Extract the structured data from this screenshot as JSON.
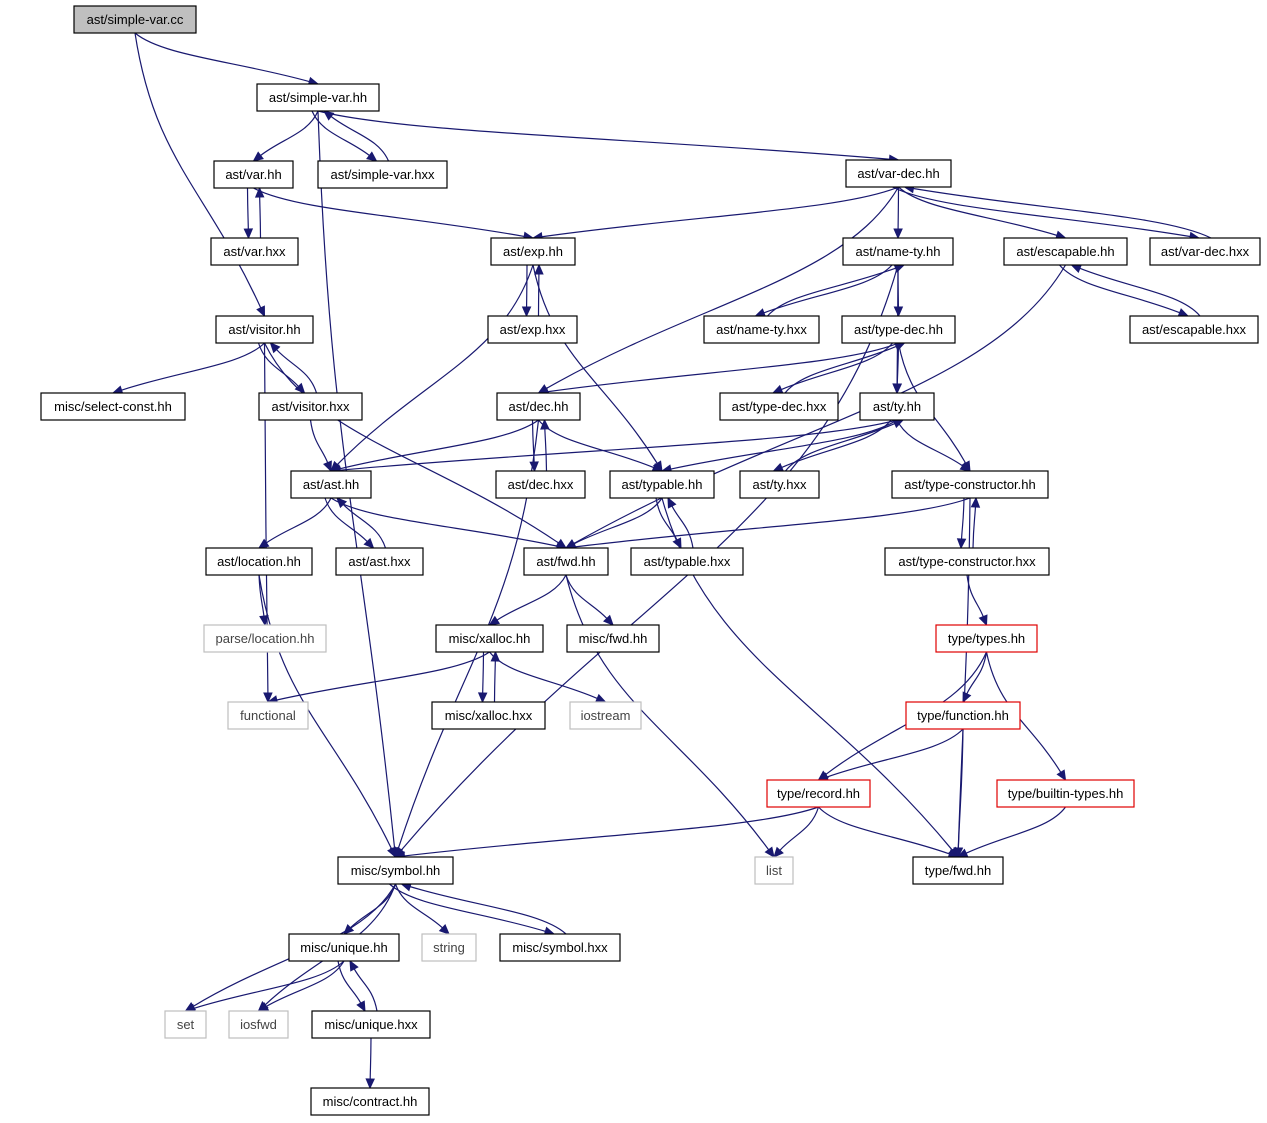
{
  "graph": {
    "nodes": [
      {
        "id": "simple_var_cc",
        "label": "ast/simple-var.cc",
        "style": "root"
      },
      {
        "id": "simple_var_hh",
        "label": "ast/simple-var.hh",
        "style": "normal"
      },
      {
        "id": "var_hh",
        "label": "ast/var.hh",
        "style": "normal"
      },
      {
        "id": "simple_var_hxx",
        "label": "ast/simple-var.hxx",
        "style": "normal"
      },
      {
        "id": "var_dec_hh",
        "label": "ast/var-dec.hh",
        "style": "normal"
      },
      {
        "id": "var_hxx",
        "label": "ast/var.hxx",
        "style": "normal"
      },
      {
        "id": "exp_hh",
        "label": "ast/exp.hh",
        "style": "normal"
      },
      {
        "id": "name_ty_hh",
        "label": "ast/name-ty.hh",
        "style": "normal"
      },
      {
        "id": "escapable_hh",
        "label": "ast/escapable.hh",
        "style": "normal"
      },
      {
        "id": "var_dec_hxx",
        "label": "ast/var-dec.hxx",
        "style": "normal"
      },
      {
        "id": "visitor_hh",
        "label": "ast/visitor.hh",
        "style": "normal"
      },
      {
        "id": "exp_hxx",
        "label": "ast/exp.hxx",
        "style": "normal"
      },
      {
        "id": "name_ty_hxx",
        "label": "ast/name-ty.hxx",
        "style": "normal"
      },
      {
        "id": "type_dec_hh",
        "label": "ast/type-dec.hh",
        "style": "normal"
      },
      {
        "id": "escapable_hxx",
        "label": "ast/escapable.hxx",
        "style": "normal"
      },
      {
        "id": "select_const_hh",
        "label": "misc/select-const.hh",
        "style": "normal"
      },
      {
        "id": "visitor_hxx",
        "label": "ast/visitor.hxx",
        "style": "normal"
      },
      {
        "id": "dec_hh",
        "label": "ast/dec.hh",
        "style": "normal"
      },
      {
        "id": "type_dec_hxx",
        "label": "ast/type-dec.hxx",
        "style": "normal"
      },
      {
        "id": "ty_hh",
        "label": "ast/ty.hh",
        "style": "normal"
      },
      {
        "id": "ast_hh",
        "label": "ast/ast.hh",
        "style": "normal"
      },
      {
        "id": "dec_hxx",
        "label": "ast/dec.hxx",
        "style": "normal"
      },
      {
        "id": "typable_hh",
        "label": "ast/typable.hh",
        "style": "normal"
      },
      {
        "id": "ty_hxx",
        "label": "ast/ty.hxx",
        "style": "normal"
      },
      {
        "id": "type_constructor_hh",
        "label": "ast/type-constructor.hh",
        "style": "normal"
      },
      {
        "id": "location_hh",
        "label": "ast/location.hh",
        "style": "normal"
      },
      {
        "id": "ast_hxx",
        "label": "ast/ast.hxx",
        "style": "normal"
      },
      {
        "id": "ast_fwd_hh",
        "label": "ast/fwd.hh",
        "style": "normal"
      },
      {
        "id": "typable_hxx",
        "label": "ast/typable.hxx",
        "style": "normal"
      },
      {
        "id": "type_constructor_hxx",
        "label": "ast/type-constructor.hxx",
        "style": "normal"
      },
      {
        "id": "parse_location_hh",
        "label": "parse/location.hh",
        "style": "gray"
      },
      {
        "id": "xalloc_hh",
        "label": "misc/xalloc.hh",
        "style": "normal"
      },
      {
        "id": "misc_fwd_hh",
        "label": "misc/fwd.hh",
        "style": "normal"
      },
      {
        "id": "types_hh",
        "label": "type/types.hh",
        "style": "red"
      },
      {
        "id": "functional",
        "label": "functional",
        "style": "gray"
      },
      {
        "id": "xalloc_hxx",
        "label": "misc/xalloc.hxx",
        "style": "normal"
      },
      {
        "id": "iostream",
        "label": "iostream",
        "style": "gray"
      },
      {
        "id": "function_hh",
        "label": "type/function.hh",
        "style": "red"
      },
      {
        "id": "record_hh",
        "label": "type/record.hh",
        "style": "red"
      },
      {
        "id": "builtin_types_hh",
        "label": "type/builtin-types.hh",
        "style": "red"
      },
      {
        "id": "symbol_hh",
        "label": "misc/symbol.hh",
        "style": "normal"
      },
      {
        "id": "list",
        "label": "list",
        "style": "gray"
      },
      {
        "id": "type_fwd_hh",
        "label": "type/fwd.hh",
        "style": "normal"
      },
      {
        "id": "unique_hh",
        "label": "misc/unique.hh",
        "style": "normal"
      },
      {
        "id": "string",
        "label": "string",
        "style": "gray"
      },
      {
        "id": "symbol_hxx",
        "label": "misc/symbol.hxx",
        "style": "normal"
      },
      {
        "id": "set",
        "label": "set",
        "style": "gray"
      },
      {
        "id": "iosfwd",
        "label": "iosfwd",
        "style": "gray"
      },
      {
        "id": "unique_hxx",
        "label": "misc/unique.hxx",
        "style": "normal"
      },
      {
        "id": "contract_hh",
        "label": "misc/contract.hh",
        "style": "normal"
      }
    ],
    "edges": [
      {
        "from": "simple_var_cc",
        "to": "simple_var_hh"
      },
      {
        "from": "simple_var_cc",
        "to": "visitor_hh"
      },
      {
        "from": "simple_var_hh",
        "to": "var_hh"
      },
      {
        "from": "simple_var_hh",
        "to": "simple_var_hxx"
      },
      {
        "from": "simple_var_hxx",
        "to": "simple_var_hh"
      },
      {
        "from": "simple_var_hh",
        "to": "var_dec_hh"
      },
      {
        "from": "simple_var_hh",
        "to": "symbol_hh"
      },
      {
        "from": "var_hh",
        "to": "var_hxx"
      },
      {
        "from": "var_hxx",
        "to": "var_hh"
      },
      {
        "from": "var_hh",
        "to": "exp_hh"
      },
      {
        "from": "var_dec_hh",
        "to": "exp_hh"
      },
      {
        "from": "var_dec_hh",
        "to": "name_ty_hh"
      },
      {
        "from": "var_dec_hh",
        "to": "escapable_hh"
      },
      {
        "from": "var_dec_hh",
        "to": "var_dec_hxx"
      },
      {
        "from": "var_dec_hxx",
        "to": "var_dec_hh"
      },
      {
        "from": "var_dec_hh",
        "to": "dec_hh"
      },
      {
        "from": "exp_hh",
        "to": "exp_hxx"
      },
      {
        "from": "exp_hxx",
        "to": "exp_hh"
      },
      {
        "from": "exp_hh",
        "to": "ast_hh"
      },
      {
        "from": "exp_hh",
        "to": "typable_hh"
      },
      {
        "from": "name_ty_hh",
        "to": "name_ty_hxx"
      },
      {
        "from": "name_ty_hxx",
        "to": "name_ty_hh"
      },
      {
        "from": "name_ty_hh",
        "to": "type_dec_hh"
      },
      {
        "from": "name_ty_hh",
        "to": "ty_hh"
      },
      {
        "from": "name_ty_hh",
        "to": "symbol_hh"
      },
      {
        "from": "escapable_hh",
        "to": "escapable_hxx"
      },
      {
        "from": "escapable_hxx",
        "to": "escapable_hh"
      },
      {
        "from": "escapable_hh",
        "to": "ast_fwd_hh"
      },
      {
        "from": "visitor_hh",
        "to": "select_const_hh"
      },
      {
        "from": "visitor_hh",
        "to": "visitor_hxx"
      },
      {
        "from": "visitor_hxx",
        "to": "visitor_hh"
      },
      {
        "from": "visitor_hh",
        "to": "functional"
      },
      {
        "from": "visitor_hh",
        "to": "ast_fwd_hh"
      },
      {
        "from": "visitor_hxx",
        "to": "ast_hh"
      },
      {
        "from": "type_dec_hh",
        "to": "type_dec_hxx"
      },
      {
        "from": "type_dec_hxx",
        "to": "type_dec_hh"
      },
      {
        "from": "type_dec_hh",
        "to": "dec_hh"
      },
      {
        "from": "type_dec_hh",
        "to": "ty_hh"
      },
      {
        "from": "type_dec_hh",
        "to": "type_constructor_hh"
      },
      {
        "from": "dec_hh",
        "to": "dec_hxx"
      },
      {
        "from": "dec_hxx",
        "to": "dec_hh"
      },
      {
        "from": "dec_hh",
        "to": "ast_hh"
      },
      {
        "from": "dec_hh",
        "to": "typable_hh"
      },
      {
        "from": "dec_hh",
        "to": "symbol_hh"
      },
      {
        "from": "ty_hh",
        "to": "ty_hxx"
      },
      {
        "from": "ty_hxx",
        "to": "ty_hh"
      },
      {
        "from": "ty_hh",
        "to": "ast_hh"
      },
      {
        "from": "ty_hh",
        "to": "typable_hh"
      },
      {
        "from": "ty_hh",
        "to": "type_constructor_hh"
      },
      {
        "from": "ast_hh",
        "to": "location_hh"
      },
      {
        "from": "ast_hh",
        "to": "ast_hxx"
      },
      {
        "from": "ast_hxx",
        "to": "ast_hh"
      },
      {
        "from": "ast_hh",
        "to": "ast_fwd_hh"
      },
      {
        "from": "typable_hh",
        "to": "ast_fwd_hh"
      },
      {
        "from": "typable_hh",
        "to": "typable_hxx"
      },
      {
        "from": "typable_hxx",
        "to": "typable_hh"
      },
      {
        "from": "typable_hh",
        "to": "type_fwd_hh"
      },
      {
        "from": "type_constructor_hh",
        "to": "ast_fwd_hh"
      },
      {
        "from": "type_constructor_hh",
        "to": "type_constructor_hxx"
      },
      {
        "from": "type_constructor_hxx",
        "to": "type_constructor_hh"
      },
      {
        "from": "type_constructor_hh",
        "to": "type_fwd_hh"
      },
      {
        "from": "type_constructor_hxx",
        "to": "types_hh"
      },
      {
        "from": "location_hh",
        "to": "parse_location_hh"
      },
      {
        "from": "location_hh",
        "to": "symbol_hh"
      },
      {
        "from": "ast_fwd_hh",
        "to": "xalloc_hh"
      },
      {
        "from": "ast_fwd_hh",
        "to": "misc_fwd_hh"
      },
      {
        "from": "ast_fwd_hh",
        "to": "list"
      },
      {
        "from": "xalloc_hh",
        "to": "functional"
      },
      {
        "from": "xalloc_hh",
        "to": "xalloc_hxx"
      },
      {
        "from": "xalloc_hxx",
        "to": "xalloc_hh"
      },
      {
        "from": "xalloc_hh",
        "to": "iostream"
      },
      {
        "from": "types_hh",
        "to": "function_hh"
      },
      {
        "from": "types_hh",
        "to": "record_hh"
      },
      {
        "from": "types_hh",
        "to": "builtin_types_hh"
      },
      {
        "from": "function_hh",
        "to": "record_hh"
      },
      {
        "from": "function_hh",
        "to": "type_fwd_hh"
      },
      {
        "from": "builtin_types_hh",
        "to": "type_fwd_hh"
      },
      {
        "from": "record_hh",
        "to": "symbol_hh"
      },
      {
        "from": "record_hh",
        "to": "list"
      },
      {
        "from": "record_hh",
        "to": "type_fwd_hh"
      },
      {
        "from": "symbol_hh",
        "to": "unique_hh"
      },
      {
        "from": "symbol_hh",
        "to": "string"
      },
      {
        "from": "symbol_hh",
        "to": "symbol_hxx"
      },
      {
        "from": "symbol_hxx",
        "to": "symbol_hh"
      },
      {
        "from": "symbol_hh",
        "to": "set"
      },
      {
        "from": "symbol_hh",
        "to": "iosfwd"
      },
      {
        "from": "unique_hh",
        "to": "set"
      },
      {
        "from": "unique_hh",
        "to": "iosfwd"
      },
      {
        "from": "unique_hh",
        "to": "unique_hxx"
      },
      {
        "from": "unique_hxx",
        "to": "unique_hh"
      },
      {
        "from": "unique_hxx",
        "to": "contract_hh"
      }
    ]
  }
}
